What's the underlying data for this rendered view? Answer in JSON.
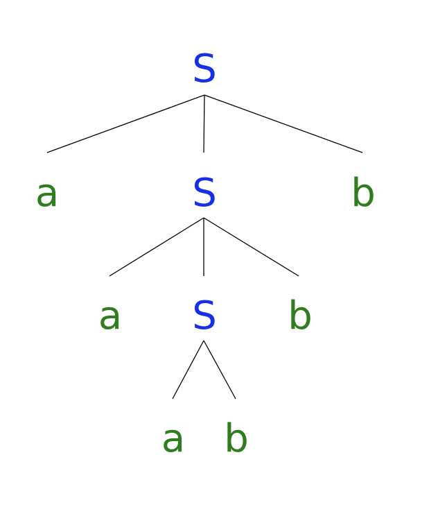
{
  "colors": {
    "nonterminal": "#1530e8",
    "terminal": "#2f7d1f",
    "edge": "#000000"
  },
  "tree": {
    "root": {
      "label": "S",
      "children": {
        "left": "a",
        "right": "b",
        "middle": {
          "label": "S",
          "children": {
            "left": "a",
            "right": "b",
            "middle": {
              "label": "S",
              "children": {
                "left": "a",
                "right": "b"
              }
            }
          }
        }
      }
    }
  }
}
